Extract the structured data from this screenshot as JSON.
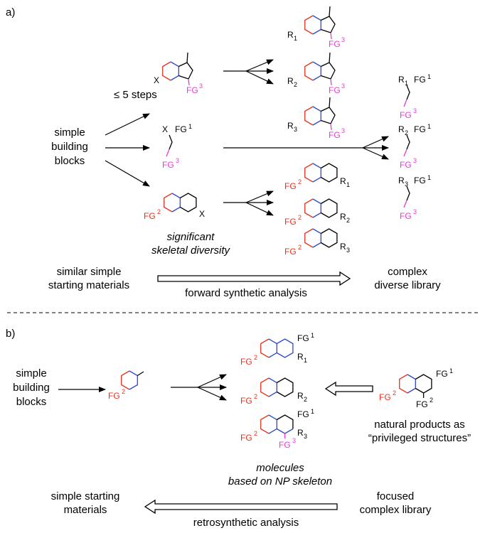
{
  "panel_a": {
    "label": "a)",
    "start": [
      "simple",
      "building",
      "blocks"
    ],
    "steps": "≤ 5 steps",
    "diversity": [
      "significant",
      "skeletal diversity"
    ],
    "bottom_left": [
      "similar simple",
      "starting materials"
    ],
    "bottom_right": [
      "complex",
      "diverse library"
    ],
    "arrow_label": "forward synthetic analysis"
  },
  "panel_b": {
    "label": "b)",
    "start": [
      "simple",
      "building",
      "blocks"
    ],
    "np_label": [
      "natural products as",
      "“privileged structures”"
    ],
    "molecules": [
      "molecules",
      "based on NP skeleton"
    ],
    "bottom_left": [
      "simple starting",
      "materials"
    ],
    "bottom_right": [
      "focused",
      "complex library"
    ],
    "arrow_label": "retrosynthetic analysis"
  },
  "atoms": {
    "X": "X",
    "FG": "FG",
    "R": "R",
    "one": "1",
    "two": "2",
    "three": "3"
  },
  "colors": {
    "red": "#e8321e",
    "blue": "#2e47c9",
    "magenta": "#e83ad6"
  }
}
